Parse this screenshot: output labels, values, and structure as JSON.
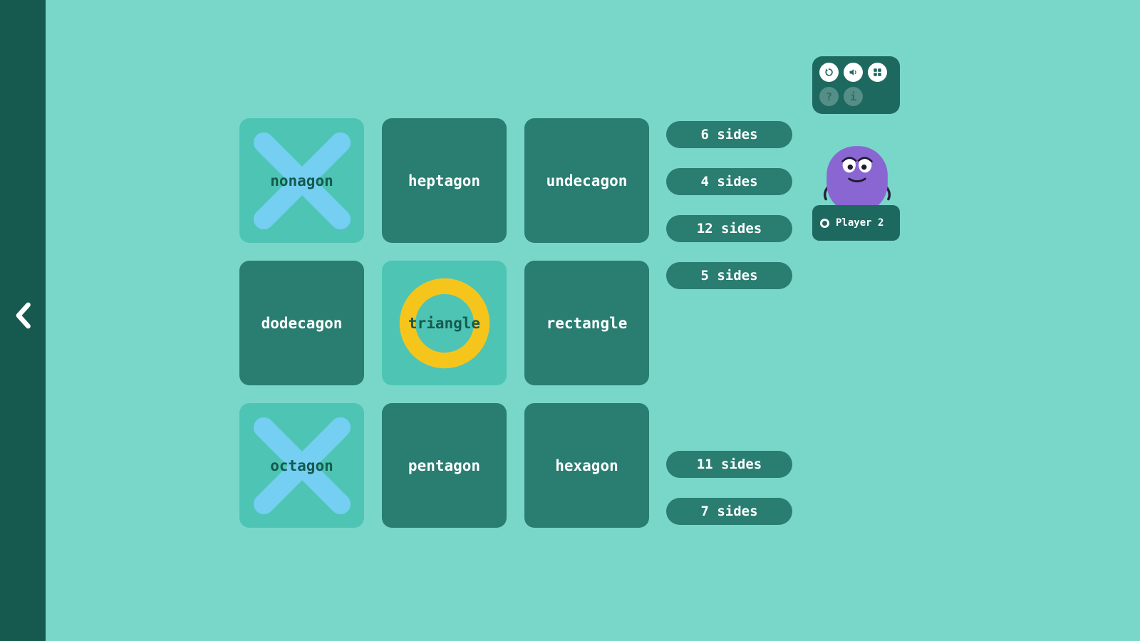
{
  "theme": {
    "bg": "#79d7c9",
    "sidebar_bg": "#16594f",
    "card_dark": "#297d71",
    "card_light": "#4ec5b4",
    "marked_text": "#155a50",
    "x_color": "#74cff2",
    "o_color": "#f6c51c",
    "panel_bg": "#1d695f",
    "blob_color": "#8a66d2",
    "text": "#ffffff"
  },
  "board": {
    "cells": [
      {
        "label": "nonagon",
        "mark": "X"
      },
      {
        "label": "heptagon",
        "mark": ""
      },
      {
        "label": "undecagon",
        "mark": ""
      },
      {
        "label": "dodecagon",
        "mark": ""
      },
      {
        "label": "triangle",
        "mark": "O"
      },
      {
        "label": "rectangle",
        "mark": ""
      },
      {
        "label": "octagon",
        "mark": "X"
      },
      {
        "label": "pentagon",
        "mark": ""
      },
      {
        "label": "hexagon",
        "mark": ""
      }
    ]
  },
  "answers": {
    "top": [
      "6 sides",
      "4 sides",
      "12 sides",
      "5 sides"
    ],
    "bottom": [
      "11 sides",
      "7 sides"
    ]
  },
  "toolbar": {
    "icons": [
      "undo-icon",
      "sound-icon",
      "menu-grid-icon",
      "help-icon",
      "info-icon"
    ],
    "help_glyph": "?",
    "info_glyph": "i"
  },
  "player": {
    "name": "Player 2",
    "mark": "O"
  }
}
